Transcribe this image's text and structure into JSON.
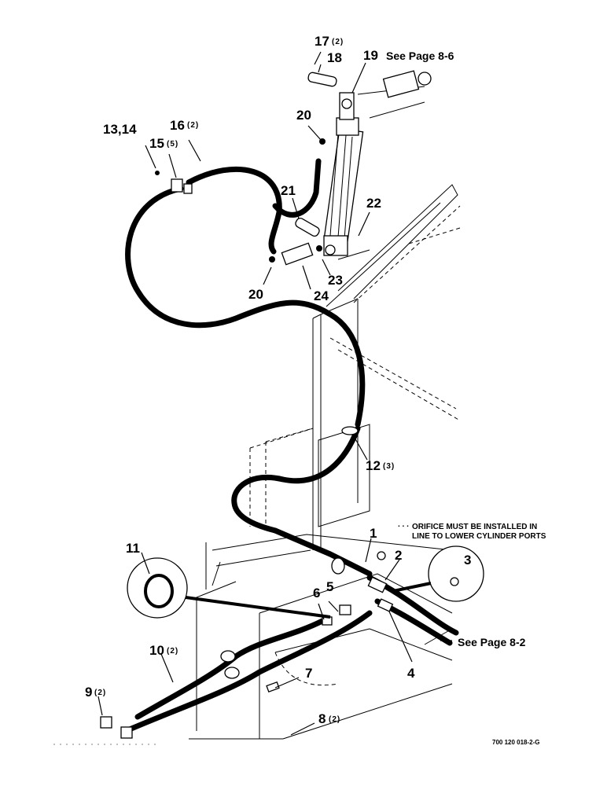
{
  "callouts": {
    "c17": {
      "num": "17",
      "qty": "(2)"
    },
    "c18": {
      "num": "18"
    },
    "c19": {
      "num": "19",
      "see": "See Page 8-6"
    },
    "c20a": {
      "num": "20"
    },
    "c13": {
      "num": "13,14"
    },
    "c16": {
      "num": "16",
      "qty": "(2)"
    },
    "c15": {
      "num": "15",
      "qty": "(5)"
    },
    "c21": {
      "num": "21"
    },
    "c22": {
      "num": "22"
    },
    "c23": {
      "num": "23"
    },
    "c20b": {
      "num": "20"
    },
    "c24": {
      "num": "24"
    },
    "c12": {
      "num": "12",
      "qty": "(3)"
    },
    "c1": {
      "num": "1"
    },
    "c2": {
      "num": "2"
    },
    "c3": {
      "num": "3"
    },
    "c11": {
      "num": "11"
    },
    "c6": {
      "num": "6"
    },
    "c5": {
      "num": "5"
    },
    "c4": {
      "num": "4"
    },
    "c10": {
      "num": "10",
      "qty": "(2)"
    },
    "c7": {
      "num": "7"
    },
    "c9": {
      "num": "9",
      "qty": "(2)"
    },
    "c8": {
      "num": "8",
      "qty": "(2)"
    }
  },
  "note": {
    "line1": "ORIFICE MUST BE INSTALLED IN",
    "line2": "LINE TO LOWER CYLINDER PORTS"
  },
  "see_page_lower": "See Page 8-2",
  "figure_code": "700 120 018-2-G"
}
